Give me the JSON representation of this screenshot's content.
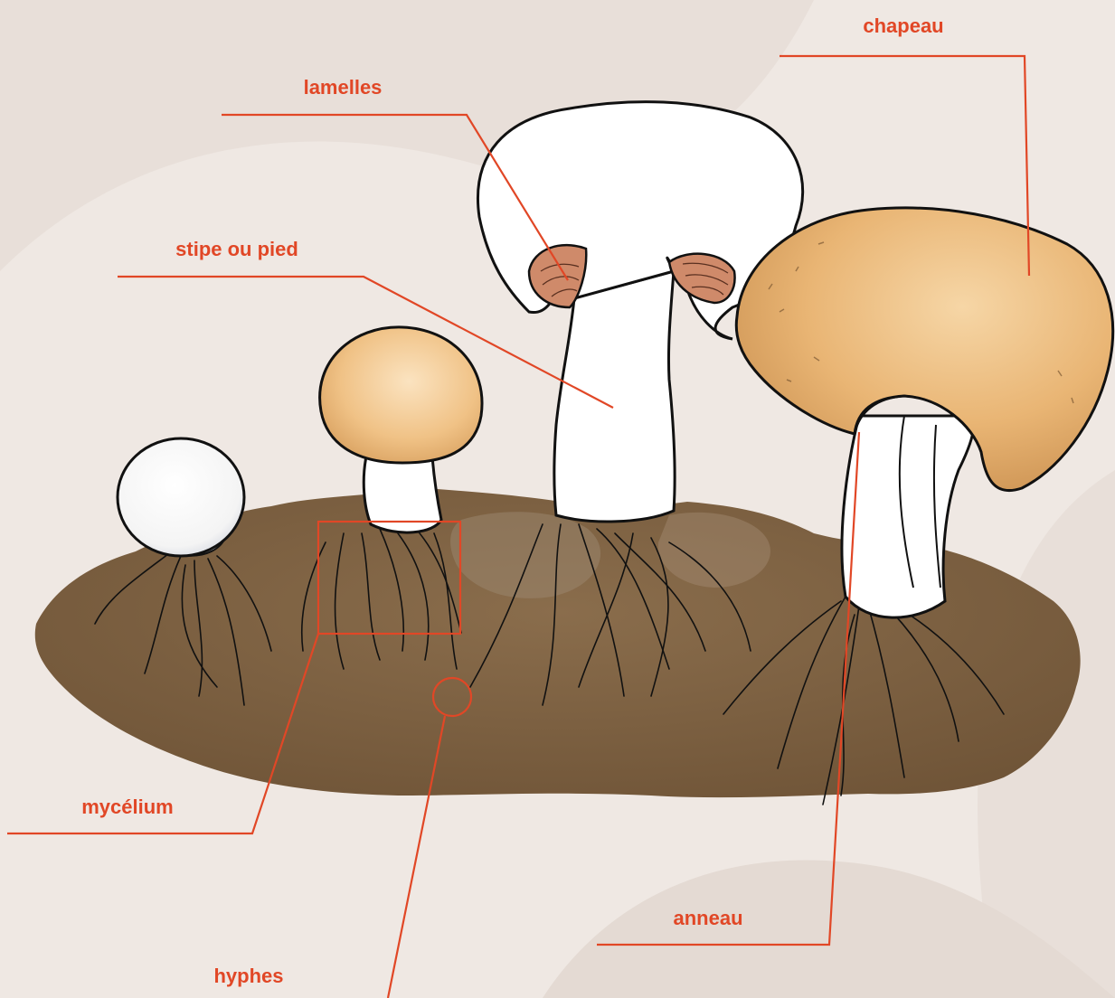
{
  "colors": {
    "background": "#efe8e3",
    "leader": "#e14726",
    "soil": "#7a5e40",
    "cap_tan": "#e9b574",
    "gills": "#cf8a6a",
    "outline": "#111111"
  },
  "labels": {
    "chapeau": "chapeau",
    "lamelles": "lamelles",
    "stipe": "stipe ou pied",
    "mycelium": "mycélium",
    "anneau": "anneau",
    "hyphes": "hyphes"
  }
}
